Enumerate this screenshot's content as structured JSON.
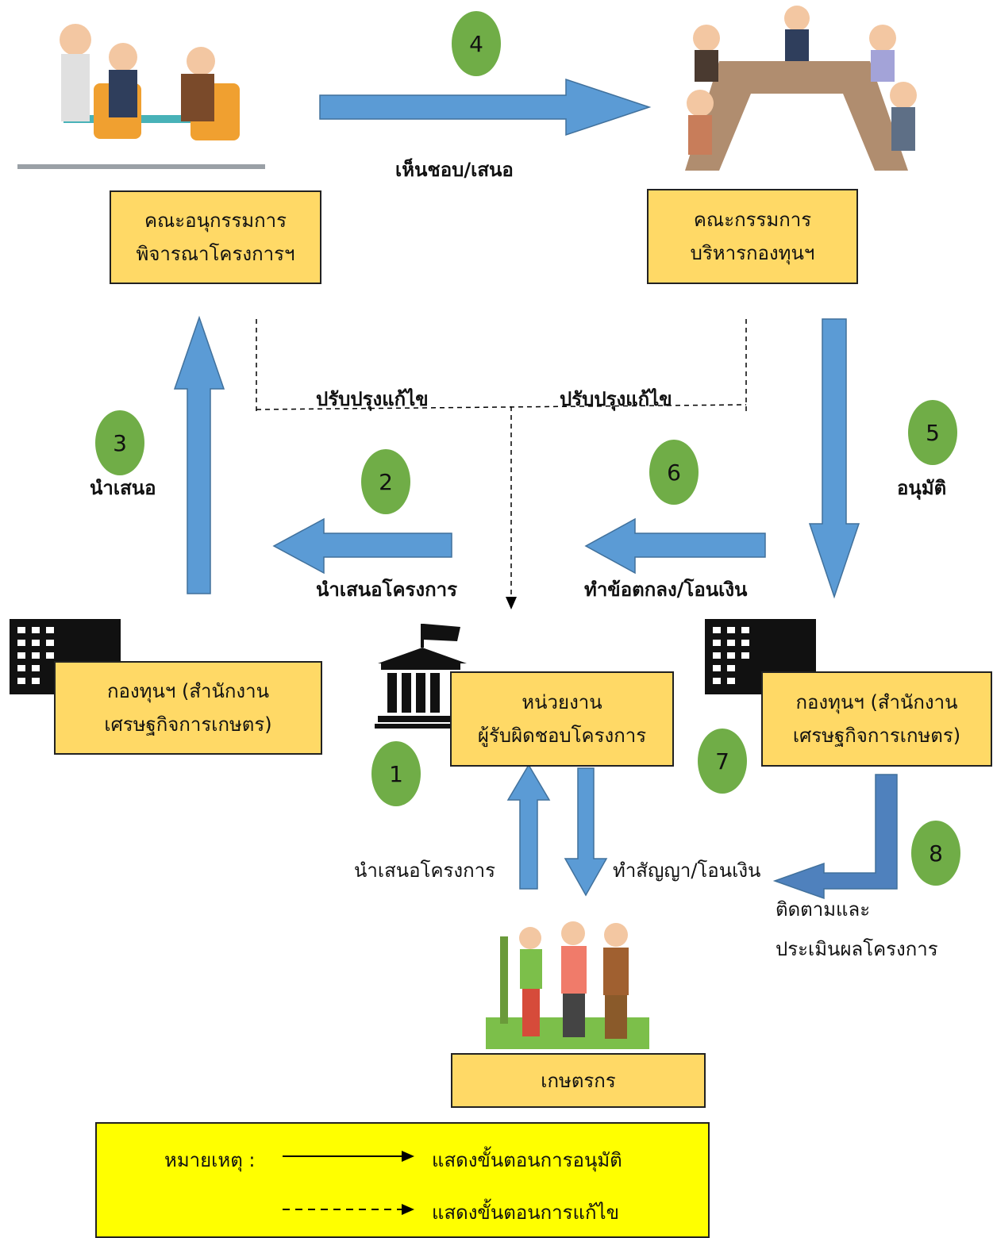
{
  "boxes": {
    "subcommittee": {
      "line1": "คณะอนุกรรมการ",
      "line2": "พิจารณาโครงการฯ"
    },
    "committee": {
      "line1": "คณะกรรมการ",
      "line2": "บริหารกองทุนฯ"
    },
    "fund_left": {
      "line1": "กองทุนฯ (สำนักงาน",
      "line2": "เศรษฐกิจการเกษตร)"
    },
    "agency": {
      "line1": "หน่วยงาน",
      "line2": "ผู้รับผิดชอบโครงการ"
    },
    "fund_right": {
      "line1": "กองทุนฯ (สำนักงาน",
      "line2": "เศรษฐกิจการเกษตร)"
    },
    "farmers": {
      "line1": "เกษตรกร"
    }
  },
  "steps": [
    "1",
    "2",
    "3",
    "4",
    "5",
    "6",
    "7",
    "8"
  ],
  "labels": {
    "endorse_propose": "เห็นชอบ/เสนอ",
    "revise_left": "ปรับปรุงแก้ไข",
    "revise_right": "ปรับปรุงแก้ไข",
    "present": "นำเสนอ",
    "approve": "อนุมัติ",
    "present_project_2": "นำเสนอโครงการ",
    "agreement_transfer": "ทำข้อตกลง/โอนเงิน",
    "present_project_1": "นำเสนอโครงการ",
    "contract_transfer": "ทำสัญญา/โอนเงิน",
    "monitor_line1": "ติดตามและ",
    "monitor_line2": "ประเมินผลโครงการ"
  },
  "legend": {
    "title": "หมายเหตุ :",
    "solid": "แสดงขั้นตอนการอนุมัติ",
    "dashed": "แสดงขั้นตอนการแก้ไข"
  },
  "colors": {
    "box_fill": "#ffd966",
    "step_badge": "#70ad47",
    "arrow": "#5b9bd5",
    "legend_fill": "#ffff00"
  }
}
